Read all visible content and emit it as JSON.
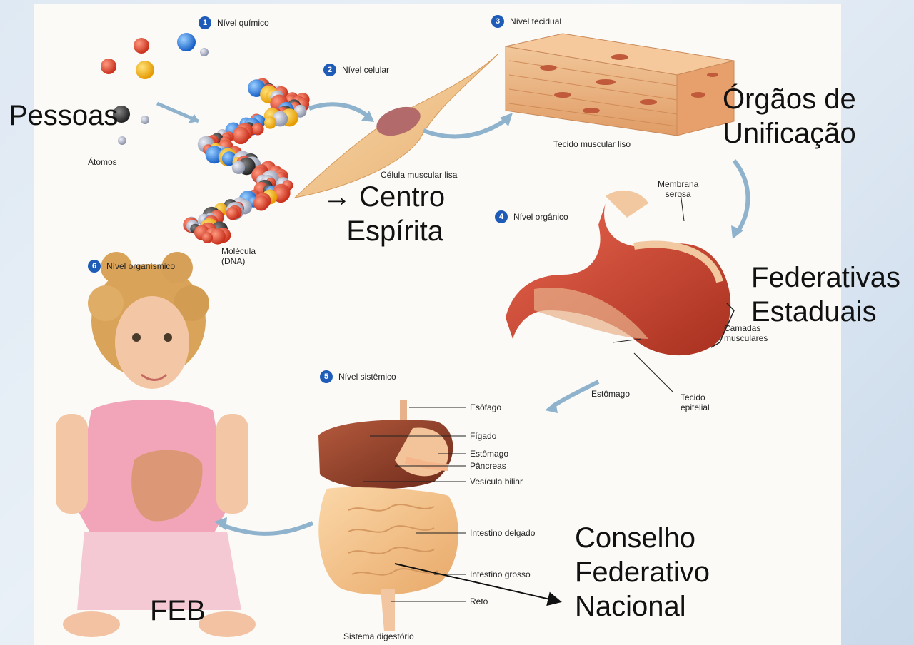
{
  "levels": [
    {
      "num": "1",
      "label": "Nível químico"
    },
    {
      "num": "2",
      "label": "Nível celular"
    },
    {
      "num": "3",
      "label": "Nível tecidual"
    },
    {
      "num": "4",
      "label": "Nível orgânico"
    },
    {
      "num": "5",
      "label": "Nível sistêmico"
    },
    {
      "num": "6",
      "label": "Nível organísmico"
    }
  ],
  "figure_labels": {
    "atomos": "Átomos",
    "molecula": "Molécula\n(DNA)",
    "celula": "Célula muscular lisa",
    "tecido": "Tecido muscular liso",
    "membrana": "Membrana\nserosa",
    "camadas": "Camadas\nmusculares",
    "estomago": "Estômago",
    "tecido_epitelial": "Tecido\nepitelial",
    "esofago": "Esôfago",
    "figado": "Fígado",
    "estomago2": "Estômago",
    "pancreas": "Pâncreas",
    "vesicula": "Vesícula biliar",
    "intestino_delgado": "Intestino delgado",
    "intestino_grosso": "Intestino grosso",
    "reto": "Reto",
    "sistema": "Sistema digestório"
  },
  "overlay": {
    "pessoas": "Pessoas",
    "centro": "→ Centro\n   Espírita",
    "orgaos": "Órgãos de\nUnificação",
    "federativas": "Federativas\nEstaduais",
    "conselho": "Conselho\nFederativo\nNacional",
    "feb": "FEB"
  },
  "colors": {
    "level_badge": "#1f5cb8",
    "muscle": "#c8483a",
    "skin": "#f2c6a8",
    "arrow": "#8fb3cc"
  }
}
